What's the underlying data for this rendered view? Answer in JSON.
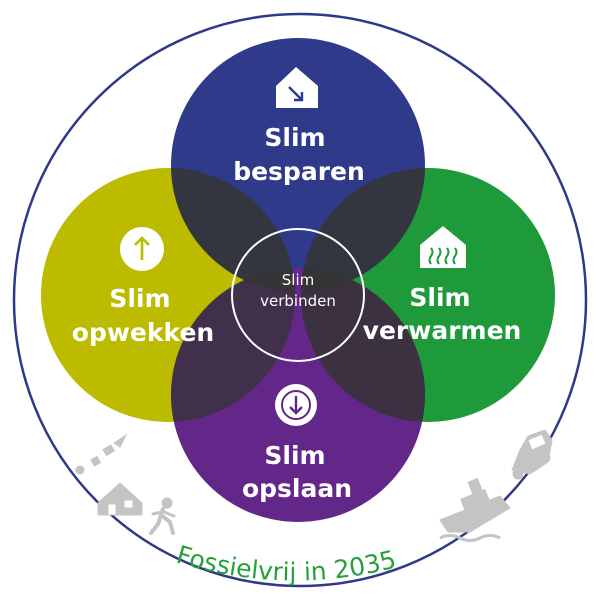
{
  "colors": {
    "outer_ring": "#2e3a86",
    "besparen": "#2f3a8a",
    "opwekken": "#bcbb00",
    "verwarmen": "#1f9a3a",
    "opslaan": "#63278a",
    "overlap": "#343434",
    "tagline": "#23a23a",
    "pictogram": "#c4c4c4"
  },
  "circles": {
    "besparen": {
      "line1": "Slim",
      "line2": "besparen",
      "icon": "house-arrow-down-icon"
    },
    "opwekken": {
      "line1": "Slim",
      "line2": "opwekken",
      "icon": "arrow-up-circle-icon"
    },
    "verwarmen": {
      "line1": "Slim",
      "line2": "verwarmen",
      "icon": "house-heat-icon"
    },
    "opslaan": {
      "line1": "Slim",
      "line2": "opslaan",
      "icon": "arrow-down-circle-icon"
    }
  },
  "center": {
    "line1": "Slim",
    "line2": "verbinden"
  },
  "tagline": "Fossielvrij in 2035",
  "decor": {
    "left": [
      "rocket-trail-icon",
      "house-icon",
      "running-person-icon"
    ],
    "right": [
      "car-icon",
      "ship-icon"
    ]
  }
}
